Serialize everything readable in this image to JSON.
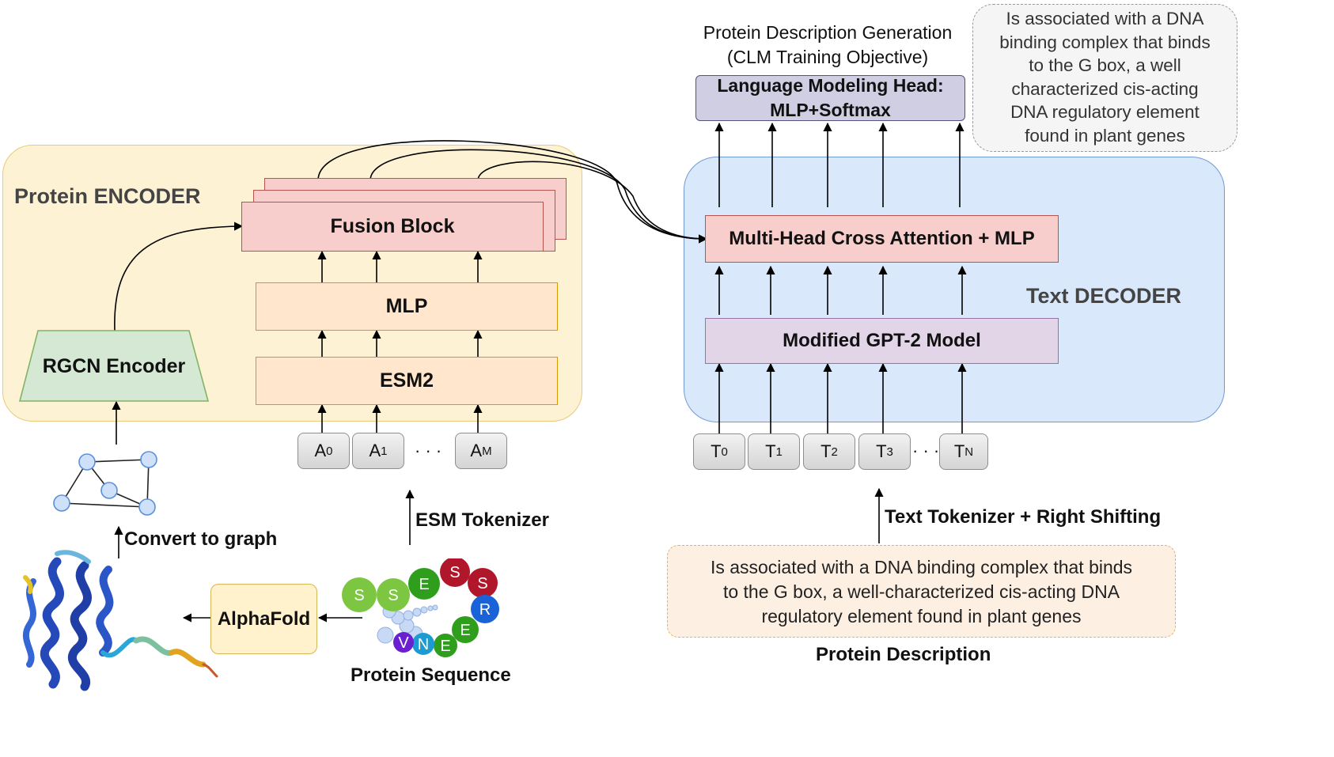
{
  "encoder": {
    "title": "Protein ENCODER",
    "fusion_label": "Fusion Block",
    "mlp_label": "MLP",
    "esm_label": "ESM2",
    "rgcn_label": "RGCN Encoder",
    "tokens": [
      {
        "base": "A",
        "sub": "0"
      },
      {
        "base": "A",
        "sub": "1"
      },
      {
        "base": "A",
        "sub": "M"
      }
    ],
    "ellipsis": "· · ·",
    "esm_tokenizer": "ESM Tokenizer",
    "convert_label": "Convert to graph",
    "alphafold_label": "AlphaFold",
    "protein_sequence_label": "Protein Sequence",
    "residues": [
      "S",
      "S",
      "E",
      "S",
      "S",
      "R",
      "E",
      "E",
      "N",
      "V"
    ]
  },
  "decoder": {
    "title": "Text DECODER",
    "cross_attention_label": "Multi-Head Cross Attention + MLP",
    "gpt_label": "Modified GPT-2 Model",
    "lm_head_label": "Language Modeling Head:\nMLP+Softmax",
    "generation_title": "Protein Description Generation\n(CLM Training Objective)",
    "tokens": [
      {
        "base": "T",
        "sub": "0"
      },
      {
        "base": "T",
        "sub": "1"
      },
      {
        "base": "T",
        "sub": "2"
      },
      {
        "base": "T",
        "sub": "3"
      },
      {
        "base": "T",
        "sub": "N"
      }
    ],
    "ellipsis": "· · ·",
    "text_tokenizer": "Text Tokenizer + Right Shifting",
    "output_text": "Is associated with a DNA\nbinding complex that binds\nto the G box, a well\ncharacterized cis-acting\nDNA regulatory  element\nfound in plant genes",
    "input_text": "Is associated with a DNA binding complex that binds\nto the G box, a well-characterized cis-acting DNA\nregulatory element found in plant genes",
    "protein_description_label": "Protein Description"
  },
  "colors": {
    "encoder_bg": "#fdf3d4",
    "decoder_bg": "#d9e8fb",
    "fusion_fill": "#f8cecc",
    "mlp_fill": "#ffe6cc",
    "rgcn_fill": "#d5e8d4",
    "gpt_fill": "#e1d5e7",
    "residue_green": "#2f9e1c",
    "residue_lightgreen": "#7cc642",
    "residue_red": "#b0172a",
    "residue_blue": "#1a62d8",
    "residue_violet": "#6a1fd1",
    "residue_cyan": "#1b9bd1"
  }
}
